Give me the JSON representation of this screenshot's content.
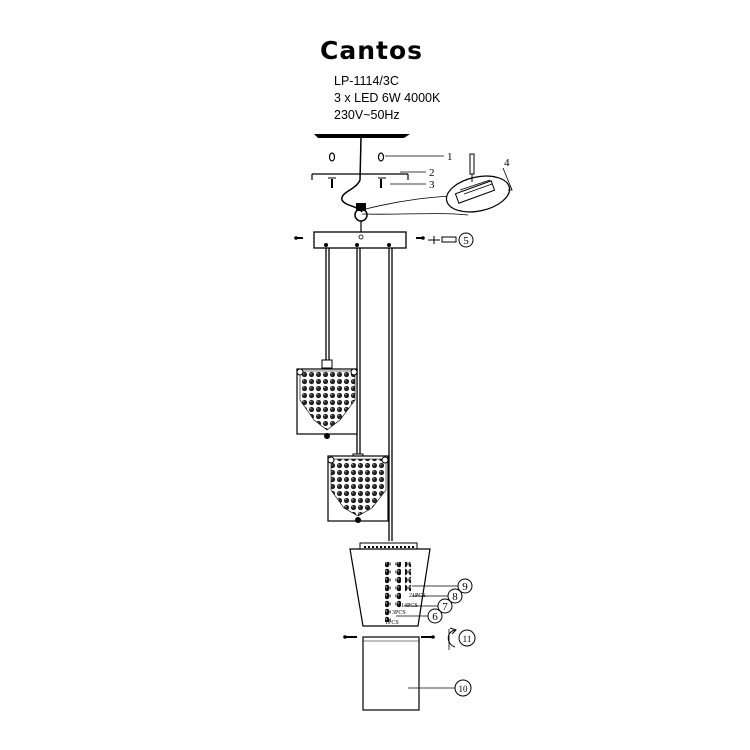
{
  "product": {
    "name": "Cantos",
    "model": "LP-1114/3C",
    "light_source": "3 x LED 6W 4000K",
    "voltage": "230V~50Hz"
  },
  "callouts": {
    "c1": "1",
    "c2": "2",
    "c3": "3",
    "c4": "4",
    "c5": "5",
    "c6": "6",
    "c7": "7",
    "c8": "8",
    "c9": "9",
    "c10": "10",
    "c11": "11"
  },
  "pieces": {
    "p21": "21PCS",
    "p14": "14PCS",
    "p3": "3PCS",
    "p1": "1PCS"
  }
}
